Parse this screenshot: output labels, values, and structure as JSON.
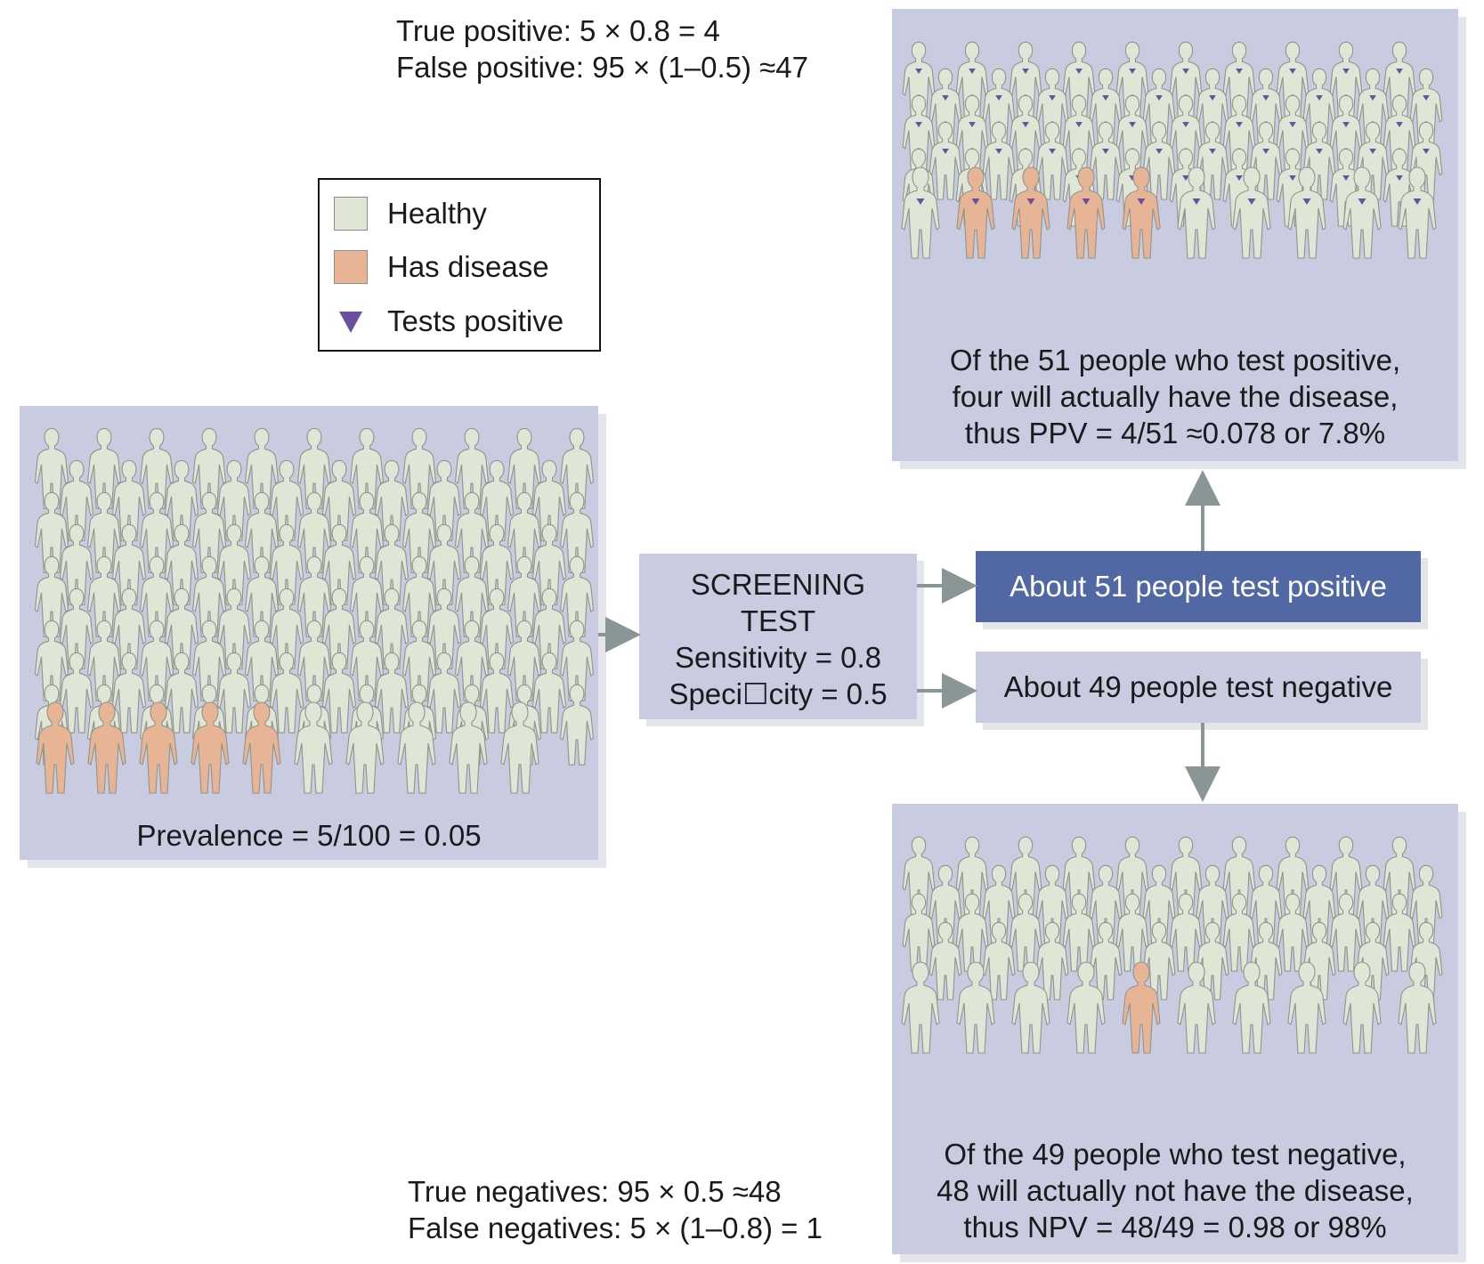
{
  "colors": {
    "panel_bg": "#c9cbe0",
    "healthy": "#dfe6d5",
    "disease": "#e8b496",
    "marker": "#6b4fa0",
    "arrow": "#8a9696",
    "positive_box": "#5268a4"
  },
  "legend": {
    "healthy": "Healthy",
    "disease": "Has disease",
    "positive": "Tests positive"
  },
  "top_calc": {
    "line1": "True positive: 5 × 0.8 = 4",
    "line2": "False positive: 95 × (1–0.5) ≈47"
  },
  "bottom_calc": {
    "line1": "True negatives: 95 × 0.5 ≈48",
    "line2": "False negatives: 5 × (1–0.8) = 1"
  },
  "population": {
    "caption": "Prevalence = 5/100 = 0.05"
  },
  "screening": {
    "line1": "SCREENING",
    "line2": "TEST",
    "line3": "Sensitivity = 0.8",
    "line4": "Speci☐city = 0.5"
  },
  "results": {
    "positive": "About 51 people test positive",
    "negative": "About 49 people test negative"
  },
  "ppv": {
    "line1": "Of the 51 people who test positive,",
    "line2": "four will actually have the disease,",
    "line3": "thus PPV = 4/51 ≈0.078 or 7.8%"
  },
  "npv": {
    "line1": "Of the 49 people who test negative,",
    "line2": "48 will actually not have the disease,",
    "line3": "thus  NPV = 48/49 = 0.98 or 98%"
  }
}
